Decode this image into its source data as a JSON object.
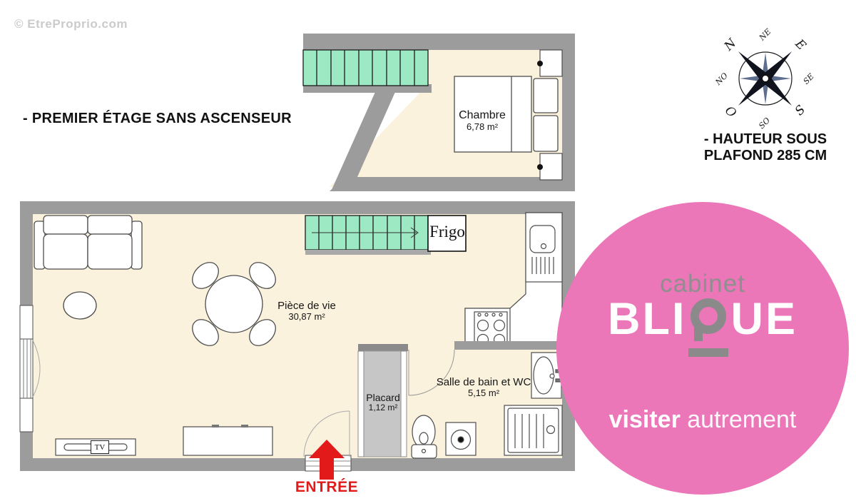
{
  "watermark": "© EtreProprio.com",
  "title": "- PREMIER ÉTAGE SANS ASCENSEUR",
  "ceiling_note": {
    "line1": "- HAUTEUR SOUS",
    "line2": "PLAFOND 285 CM"
  },
  "compass": {
    "n": "N",
    "ne": "NE",
    "e": "E",
    "se": "SE",
    "s": "S",
    "so": "SO",
    "o": "O",
    "no": "NO"
  },
  "rooms": {
    "chambre": {
      "name": "Chambre",
      "area": "6,78 m²"
    },
    "piece_de_vie": {
      "name": "Pièce de vie",
      "area": "30,87 m²"
    },
    "placard": {
      "name": "Placard",
      "area": "1,12 m²"
    },
    "salle_de_bain": {
      "name": "Salle de bain et WC",
      "area": "5,15 m²"
    }
  },
  "labels": {
    "frigo": "Frigo",
    "tv": "TV",
    "entree": "ENTRÉE"
  },
  "logo": {
    "top_word": "cabinet",
    "brand": "BLIQUE",
    "brand_left": "BLI",
    "brand_right": "UE",
    "tagline_bold": "visiter",
    "tagline_light": "autrement"
  },
  "colors": {
    "pink": "#EB76B8",
    "logo_gray": "#8A8A8A",
    "wall_gray": "#9C9C9C",
    "floor_cream": "#FBF2DE",
    "stairs_green": "#9DE9C3",
    "placard_gray": "#C6C6C6",
    "arrow_red": "#E31A1A",
    "watermark_gray": "#CBCBCB"
  }
}
